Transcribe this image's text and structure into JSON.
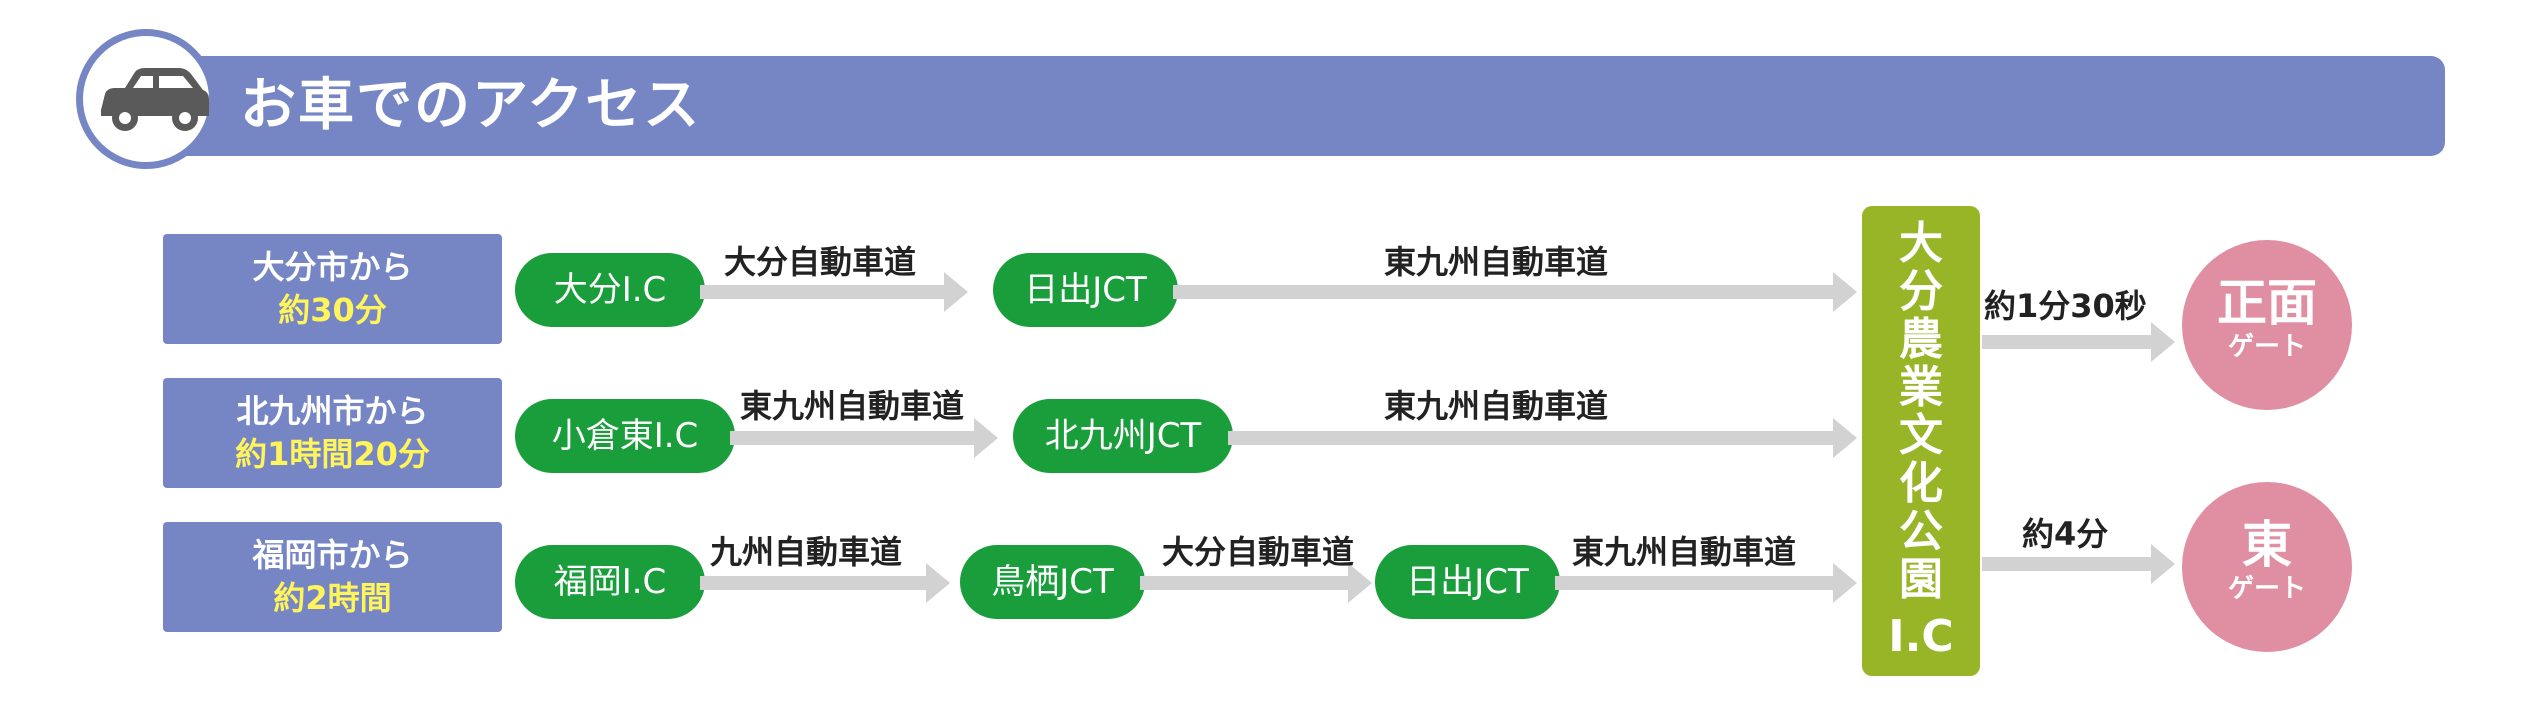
{
  "header": {
    "title": "お車でのアクセス"
  },
  "routes": [
    {
      "origin": "大分市から",
      "time": "約30分",
      "nodes": [
        "大分I.C",
        "日出JCT"
      ],
      "roads": [
        "大分自動車道",
        "東九州自動車道"
      ]
    },
    {
      "origin": "北九州市から",
      "time": "約1時間20分",
      "nodes": [
        "小倉東I.C",
        "北九州JCT"
      ],
      "roads": [
        "東九州自動車道",
        "東九州自動車道"
      ]
    },
    {
      "origin": "福岡市から",
      "time": "約2時間",
      "nodes": [
        "福岡I.C",
        "鳥栖JCT",
        "日出JCT"
      ],
      "roads": [
        "九州自動車道",
        "大分自動車道",
        "東九州自動車道"
      ]
    }
  ],
  "destination": {
    "chars": [
      "大",
      "分",
      "農",
      "業",
      "文",
      "化",
      "公",
      "園"
    ],
    "suffix": "I.C"
  },
  "gates": [
    {
      "time": "約1分30秒",
      "name": "正面",
      "sub": "ゲート"
    },
    {
      "time": "約4分",
      "name": "東",
      "sub": "ゲート"
    }
  ],
  "colors": {
    "header": "#7686c4",
    "pill": "#1a9e3c",
    "ic": "#97b526",
    "gate": "#e08fa3",
    "time_highlight": "#fff45a",
    "arrow": "#d2d2d2"
  }
}
